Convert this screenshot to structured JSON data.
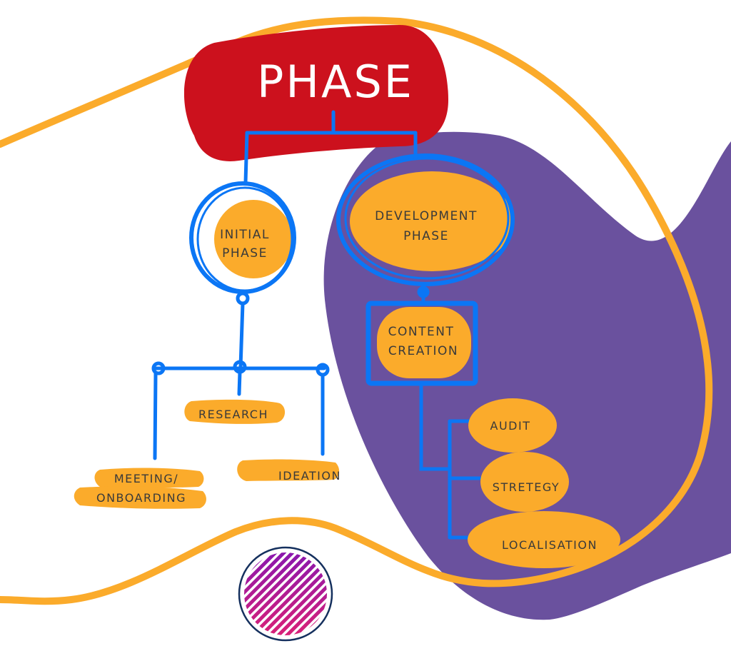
{
  "title": "PHASE",
  "colors": {
    "title_bg": "#cc111d",
    "accent_orange": "#fbab2b",
    "connector_blue": "#0b76f5",
    "background_blob_purple": "#6a519e",
    "text_dark": "#3a3a3a",
    "text_light": "#ffffff",
    "stripe_start": "#e8236d",
    "stripe_end": "#7b14b8",
    "emblem_ring": "#15305e"
  },
  "branches": [
    {
      "label_line1": "INITIAL",
      "label_line2": "PHASE",
      "children": [
        {
          "label_line1": "MEETING/",
          "label_line2": "ONBOARDING"
        },
        {
          "label_line1": "RESEARCH"
        },
        {
          "label_line1": "IDEATION"
        }
      ]
    },
    {
      "label_line1": "DEVELOPMENT",
      "label_line2": "PHASE",
      "sub": {
        "label_line1": "CONTENT",
        "label_line2": "CREATION",
        "children": [
          {
            "label_line1": "AUDIT"
          },
          {
            "label_line1": "STRETEGY"
          },
          {
            "label_line1": "LOCALISATION"
          }
        ]
      }
    }
  ],
  "decorations": {
    "emblem_icon": "striped-circle-icon"
  }
}
